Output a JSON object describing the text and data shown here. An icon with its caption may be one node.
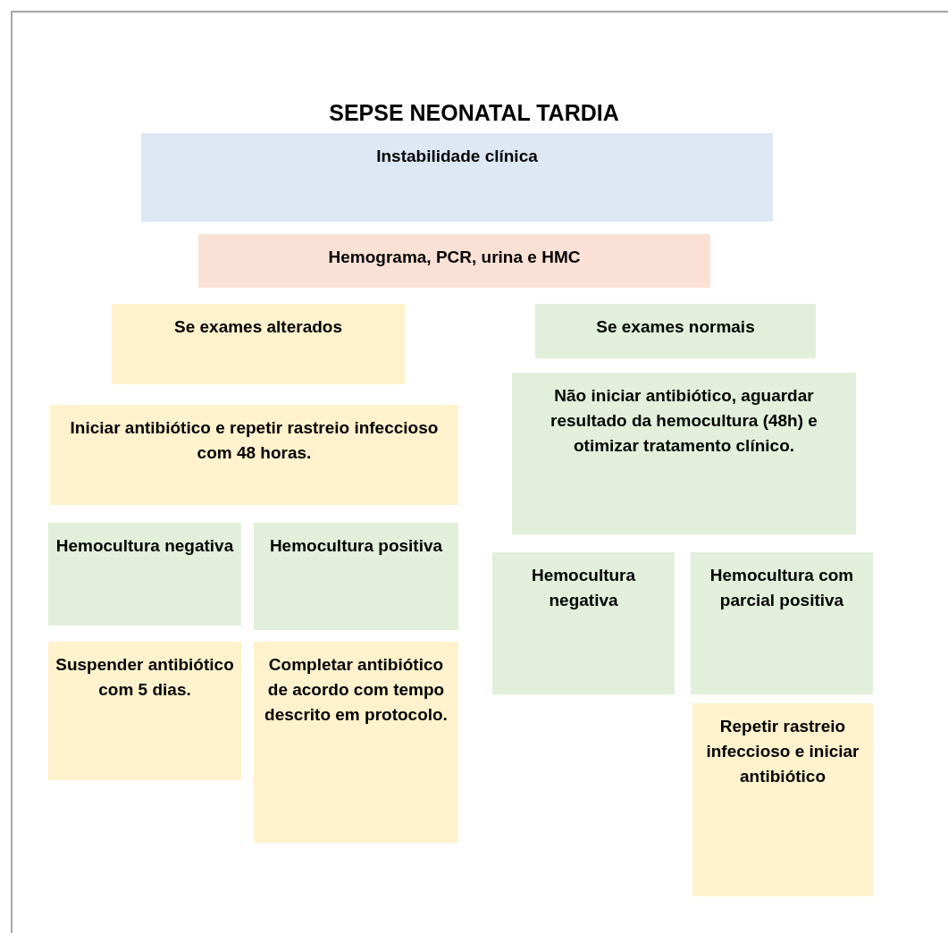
{
  "diagram": {
    "title": "SEPSE NEONATAL TARDIA",
    "nodes": [
      {
        "text": [
          "Instabilidade clínica"
        ]
      },
      {
        "text": [
          "Hemograma, PCR, urina e HMC"
        ]
      },
      {
        "text": [
          "Se exames alterados"
        ]
      },
      {
        "text": [
          "Se exames normais"
        ]
      },
      {
        "text": [
          "Iniciar antibiótico e repetir rastreio infeccioso com 48 horas."
        ]
      },
      {
        "text": [
          "Não iniciar antibiótico, aguardar resultado da hemocultura (48h) e otimizar tratamento clínico."
        ]
      },
      {
        "text": [
          "Hemocultura negativa"
        ]
      },
      {
        "text": [
          "Hemocultura positiva"
        ]
      },
      {
        "text": [
          "Suspender antibiótico com 5 dias."
        ]
      },
      {
        "text": [
          "Completar antibiótico de acordo com tempo descrito em protocolo."
        ]
      },
      {
        "text": [
          "Hemocultura negativa"
        ]
      },
      {
        "text": [
          "Hemocultura com parcial positiva"
        ]
      },
      {
        "text": [
          "Repetir rastreio infeccioso e iniciar antibiótico"
        ]
      }
    ],
    "edges": []
  }
}
